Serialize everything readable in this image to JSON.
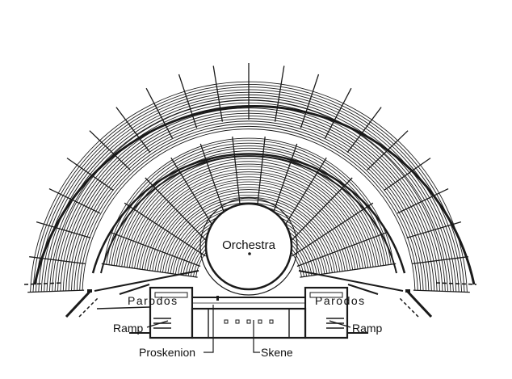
{
  "diagram": {
    "labels": {
      "orchestra": "Orchestra",
      "parodos_left": "Parodos",
      "parodos_right": "Parodos",
      "ramp_left": "Ramp",
      "ramp_right": "Ramp",
      "proskenion": "Proskenion",
      "skene": "Skene"
    }
  },
  "colors": {
    "ink": "#1a1a1a",
    "paper": "#ffffff"
  }
}
